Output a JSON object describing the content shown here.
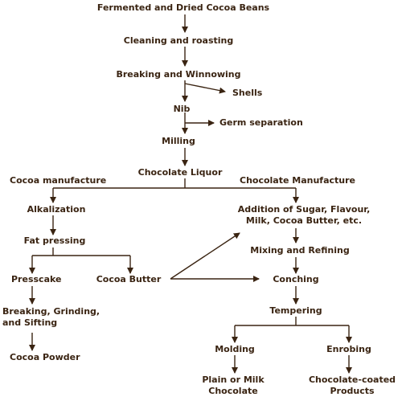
{
  "colors": {
    "ink": "#3a2412",
    "background": "#ffffff"
  },
  "nodes": {
    "beans": "Fermented and Dried Cocoa Beans",
    "cleaning": "Cleaning and roasting",
    "breaking": "Breaking and Winnowing",
    "shells": "Shells",
    "nib": "Nib",
    "germ": "Germ separation",
    "milling": "Milling",
    "liquor": "Chocolate Liquor",
    "cocoa_manufacture": "Cocoa manufacture",
    "chocolate_manufacture": "Chocolate Manufacture",
    "alkalization": "Alkalization",
    "fat_pressing": "Fat pressing",
    "presscake": "Presscake",
    "cocoa_butter": "Cocoa Butter",
    "bgs": "Breaking, Grinding,\nand Sifting",
    "cocoa_powder": "Cocoa Powder",
    "addition": "Addition of Sugar, Flavour,\nMilk, Cocoa Butter, etc.",
    "mixing": "Mixing and Refining",
    "conching": "Conching",
    "tempering": "Tempering",
    "molding": "Molding",
    "enrobing": "Enrobing",
    "plain_milk": "Plain or Milk\nChocolate",
    "coated": "Chocolate-coated\nProducts"
  }
}
